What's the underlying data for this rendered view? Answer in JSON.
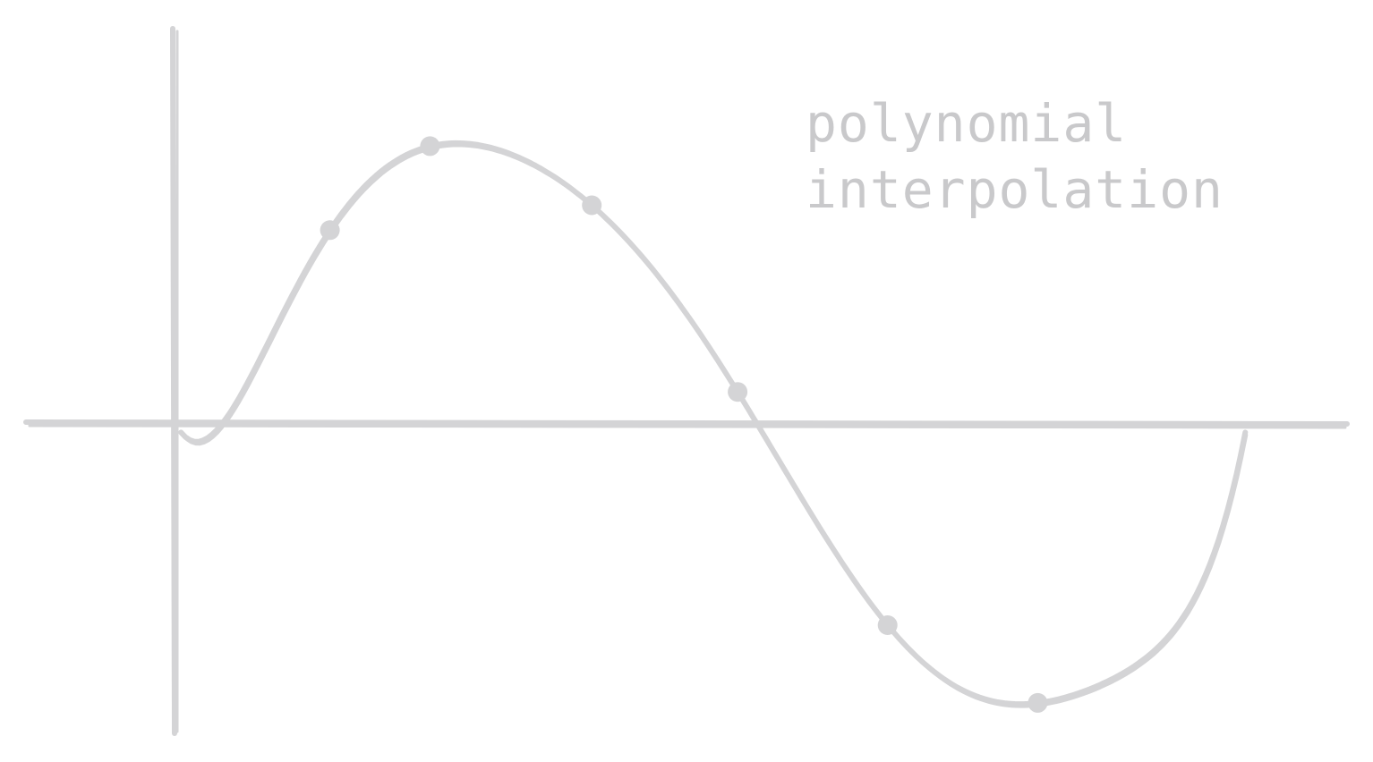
{
  "diagram": {
    "label_lines": [
      "polynomial",
      "interpolation"
    ],
    "stroke_color": "#d4d4d6",
    "text_color": "#c9c9cb",
    "background": "#ffffff"
  },
  "chart_data": {
    "type": "line",
    "title": "",
    "xlabel": "",
    "ylabel": "",
    "grid": false,
    "legend": "none",
    "xlim": [
      -0.17,
      1.12
    ],
    "ylim": [
      -1.06,
      1.39
    ],
    "axes_through_origin": true,
    "series": [
      {
        "curve": "interpolating-polynomial",
        "x": [
          0,
          0.14,
          0.234,
          0.386,
          0.523,
          0.664,
          0.805,
          0.934,
          1.0
        ],
        "y": [
          0,
          0.65,
          0.92,
          0.73,
          0.13,
          -0.62,
          -0.87,
          -0.63,
          0
        ],
        "markers_at_index": [
          1,
          2,
          3,
          4,
          5,
          6
        ]
      }
    ]
  }
}
